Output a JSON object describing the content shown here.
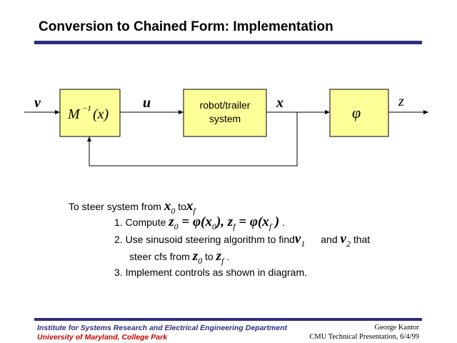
{
  "slide": {
    "title": "Conversion to Chained Form:  Implementation"
  },
  "diagram": {
    "signals": {
      "v": "v",
      "u": "u",
      "x": "x",
      "z": "z"
    },
    "blocks": {
      "inverse_label": "M",
      "inverse_sup": "−1",
      "inverse_arg": "(x)",
      "robot_line1": "robot/trailer",
      "robot_line2": "system",
      "phi": "φ"
    },
    "colors": {
      "block_fill": "#ffff99",
      "line": "#000000"
    }
  },
  "text": {
    "line1": {
      "a": "To steer system from ",
      "x0": "x",
      "x0_sub": "0",
      "b": " to",
      "xf": "x",
      "xf_sub": "f"
    },
    "step1": {
      "a": "1.  Compute ",
      "eq_z0": "z",
      "eq_z0_sub": "0",
      "eq_mid1": " = φ(x",
      "eq_mid1_sub": "0",
      "eq_mid2": "), z",
      "eq_mid2_sub": "f",
      "eq_mid3": " = φ(x",
      "eq_mid3_sub": "f",
      "eq_end": " )",
      "b": " ."
    },
    "step2": {
      "a": "2.  Use sinusoid steering algorithm to find",
      "v1": "v",
      "v1_sub": "1",
      "b": "  and ",
      "v2": "v",
      "v2_sub": "2",
      "c": "  that"
    },
    "step2b": {
      "a": "steer cfs from ",
      "z0": "z",
      "z0_sub": "0",
      "b": " to ",
      "zf": "z",
      "zf_sub": "f",
      "c": " ."
    },
    "step3": "3.  Implement controls as shown in diagram."
  },
  "footer": {
    "left_line1": "Institute for Systems Research and Electrical Engineering Department",
    "left_line2": "University of Maryland, College Park",
    "right_line1": "George Kantor",
    "right_line2": "CMU Technical Presentation, 6/4/99"
  }
}
